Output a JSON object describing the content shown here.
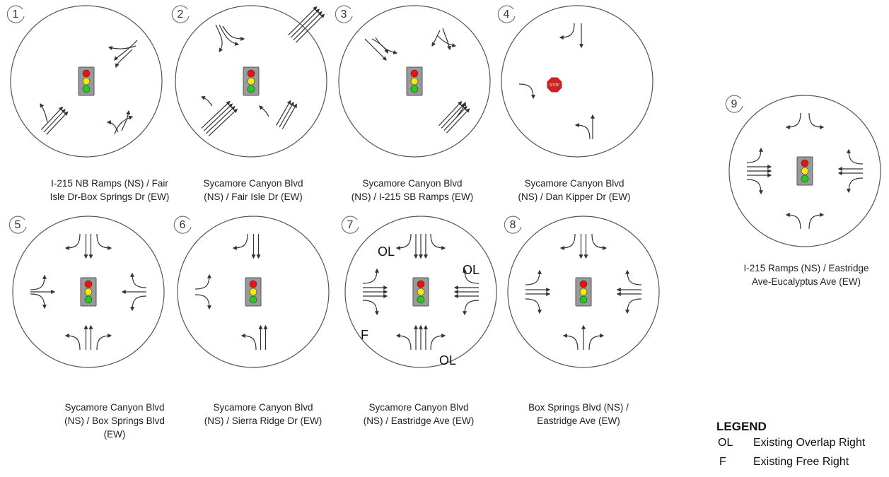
{
  "intersections": [
    {
      "number": "1",
      "name": "I-215 NB Ramps (NS) / Fair Isle Dr-Box Springs Dr (EW)",
      "control": "signal"
    },
    {
      "number": "2",
      "name": "Sycamore Canyon Blvd (NS) / Fair Isle Dr (EW)",
      "control": "signal"
    },
    {
      "number": "3",
      "name": "Sycamore Canyon Blvd (NS) / I-215 SB Ramps (EW)",
      "control": "signal"
    },
    {
      "number": "4",
      "name": "Sycamore Canyon Blvd (NS) / Dan Kipper Dr (EW)",
      "control": "stop"
    },
    {
      "number": "5",
      "name": "Sycamore Canyon Blvd (NS) / Box Springs Blvd (EW)",
      "control": "signal"
    },
    {
      "number": "6",
      "name": "Sycamore Canyon Blvd (NS) / Sierra Ridge Dr (EW)",
      "control": "signal"
    },
    {
      "number": "7",
      "name": "Sycamore Canyon Blvd (NS) / Eastridge Ave (EW)",
      "control": "signal"
    },
    {
      "number": "8",
      "name": "Box Springs Blvd (NS) / Eastridge Ave (EW)",
      "control": "signal"
    },
    {
      "number": "9",
      "name": "I-215 Ramps (NS) / Eastridge Ave-Eucalyptus Ave (EW)",
      "control": "signal"
    }
  ],
  "captions": {
    "c1": [
      "I-215 NB Ramps (NS) / Fair",
      "Isle Dr-Box Springs Dr (EW)"
    ],
    "c2": [
      "Sycamore Canyon Blvd",
      "(NS) / Fair Isle Dr (EW)"
    ],
    "c3": [
      "Sycamore Canyon Blvd",
      "(NS) / I-215 SB Ramps (EW)"
    ],
    "c4": [
      "Sycamore Canyon Blvd",
      "(NS) / Dan Kipper Dr (EW)"
    ],
    "c5": [
      "Sycamore Canyon Blvd",
      "(NS) / Box Springs Blvd",
      "(EW)"
    ],
    "c6": [
      "Sycamore Canyon Blvd",
      "(NS) / Sierra Ridge Dr (EW)"
    ],
    "c7": [
      "Sycamore Canyon Blvd",
      "(NS) / Eastridge Ave (EW)"
    ],
    "c8": [
      "Box Springs Blvd (NS) /",
      "Eastridge Ave (EW)"
    ],
    "c9": [
      "I-215 Ramps (NS) / Eastridge",
      "Ave-Eucalyptus Ave (EW)"
    ]
  },
  "annotations": {
    "ol_nw": "OL",
    "ol_ne": "OL",
    "ol_s": "OL",
    "f_w": "F"
  },
  "stop_sign_text": "STOP",
  "legend": {
    "title": "LEGEND",
    "items": [
      {
        "code": "OL",
        "description": "Existing Overlap Right"
      },
      {
        "code": "F",
        "description": "Existing Free Right"
      }
    ]
  },
  "colors": {
    "circle_stroke": "#555555",
    "signal_housing": "#9a9a9a",
    "red": "#ee1111",
    "yellow": "#f4e81a",
    "green": "#22cc22",
    "arrow": "#333333",
    "stop": "#cc2222"
  }
}
